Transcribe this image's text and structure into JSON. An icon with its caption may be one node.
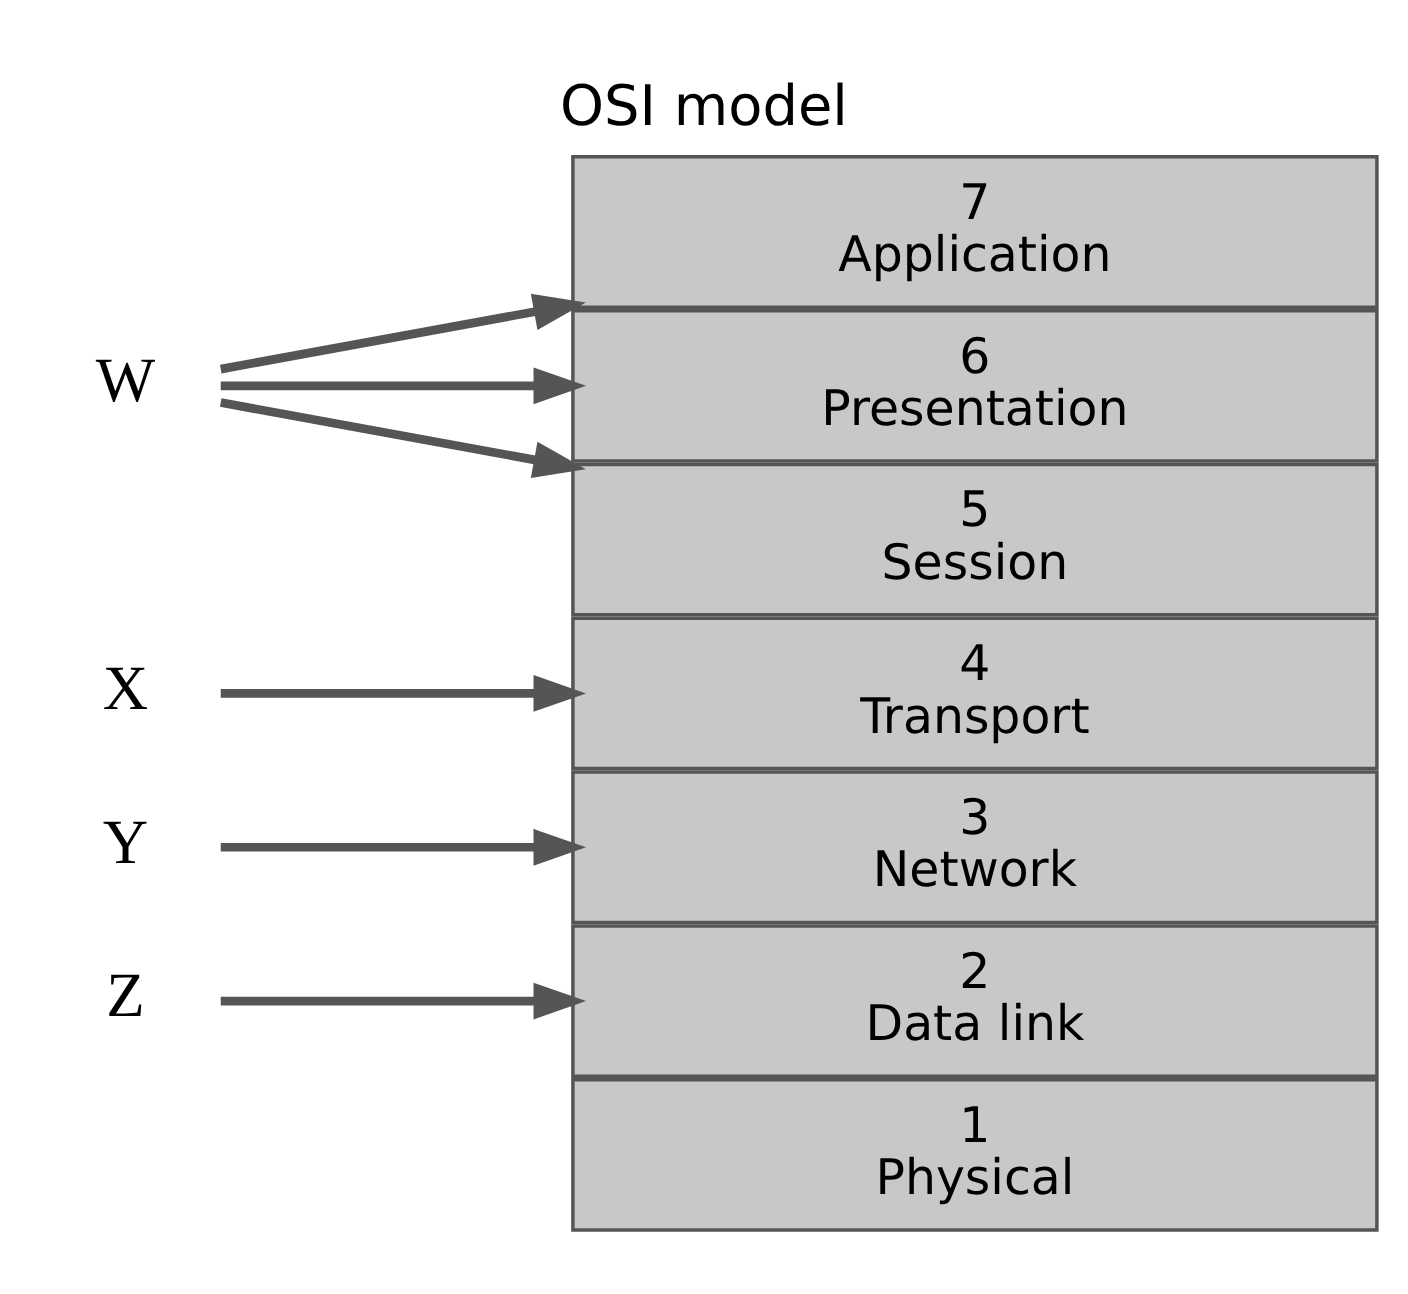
{
  "diagram": {
    "title": "OSI model",
    "nodes": [
      {
        "text": [
          "7",
          "Application"
        ]
      },
      {
        "text": [
          "6",
          "Presentation"
        ]
      },
      {
        "text": [
          "5",
          "Session"
        ]
      },
      {
        "text": [
          "4",
          "Transport"
        ]
      },
      {
        "text": [
          "3",
          "Network"
        ]
      },
      {
        "text": [
          "2",
          "Data link"
        ]
      },
      {
        "text": [
          "1",
          "Physical"
        ]
      },
      {
        "text": [
          "W"
        ]
      },
      {
        "text": [
          "X"
        ]
      },
      {
        "text": [
          "Y"
        ]
      },
      {
        "text": [
          "Z"
        ]
      }
    ],
    "edges": [
      {
        "from": 7,
        "to": 0,
        "arrow": "to"
      },
      {
        "from": 7,
        "to": 1,
        "arrow": "to"
      },
      {
        "from": 7,
        "to": 2,
        "arrow": "to"
      },
      {
        "from": 8,
        "to": 3,
        "arrow": "to"
      },
      {
        "from": 9,
        "to": 4,
        "arrow": "to"
      },
      {
        "from": 10,
        "to": 5,
        "arrow": "to"
      }
    ]
  }
}
